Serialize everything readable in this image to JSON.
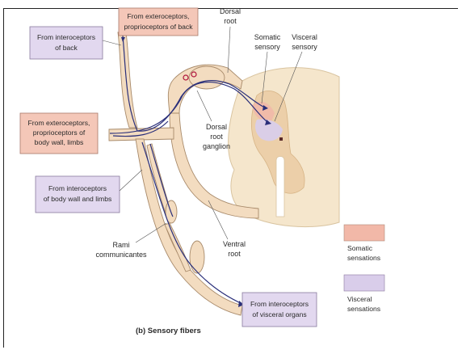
{
  "diagram": {
    "boxes": {
      "interoceptors_back": [
        "From interoceptors",
        "of back"
      ],
      "exteroceptors_back": [
        "From exteroceptors,",
        "proprioceptors of back"
      ],
      "exteroceptors_body": [
        "From exteroceptors,",
        "proprioceptors of",
        "body wall, limbs"
      ],
      "interoceptors_body": [
        "From interoceptors",
        "of body wall and limbs"
      ],
      "interoceptors_visceral": [
        "From interoceptors",
        "of visceral organs"
      ]
    },
    "labels": {
      "dorsal_root": [
        "Dorsal",
        "root"
      ],
      "somatic_sensory": [
        "Somatic",
        "sensory"
      ],
      "visceral_sensory": [
        "Visceral",
        "sensory"
      ],
      "dorsal_root_ganglion": [
        "Dorsal",
        "root",
        "ganglion"
      ],
      "rami_communicantes": [
        "Rami",
        "communicantes"
      ],
      "ventral_root": [
        "Ventral",
        "root"
      ]
    },
    "caption": "(b) Sensory fibers",
    "legend": [
      {
        "label": [
          "Somatic",
          "sensations"
        ],
        "color": "#f2b8a8"
      },
      {
        "label": [
          "Visceral",
          "sensations"
        ],
        "color": "#d9cdea"
      }
    ],
    "colors": {
      "somatic_box": "#f4c7b8",
      "visceral_box": "#e2d8ef",
      "nerve": "#f3dcc0",
      "spinal_cord": "#f5e6cc",
      "gray_matter": "#eccfa9",
      "fiber": "#2a2f7a"
    }
  }
}
